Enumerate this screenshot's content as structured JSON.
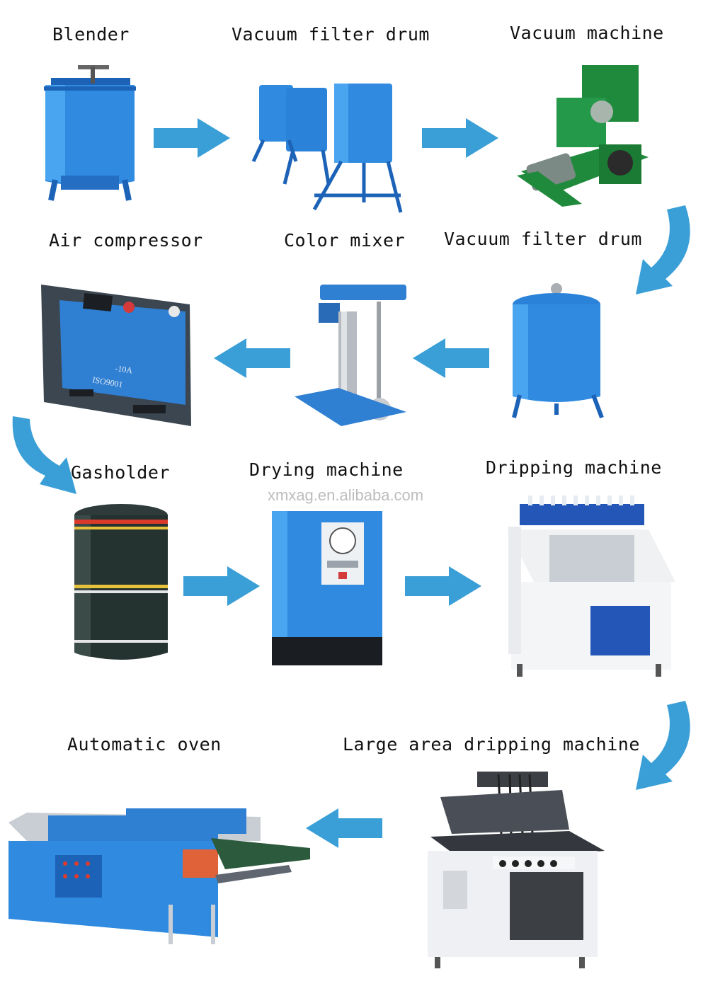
{
  "labels": {
    "blender": "Blender",
    "vacuum_filter_drum_1": "Vacuum filter drum",
    "vacuum_machine": "Vacuum machine",
    "air_compressor": "Air compressor",
    "color_mixer": "Color mixer",
    "vacuum_filter_drum_2": "Vacuum filter drum",
    "gasholder": "Gasholder",
    "drying_machine": "Drying machine",
    "dripping_machine": "Dripping machine",
    "automatic_oven": "Automatic oven",
    "large_area_dripping_machine": "Large area dripping machine"
  },
  "watermark": "xmxag.en.alibaba.com",
  "compressor_plate": {
    "model": "-10A",
    "cert": "ISO9001"
  },
  "colors": {
    "arrow_blue": "#3a9fd6",
    "machine_blue": "#2f7fd3",
    "machine_green": "#1f8a3c",
    "frame_white": "#f2f2f2"
  },
  "icons": [
    "arrow-right",
    "arrow-left",
    "arrow-curved-down"
  ]
}
